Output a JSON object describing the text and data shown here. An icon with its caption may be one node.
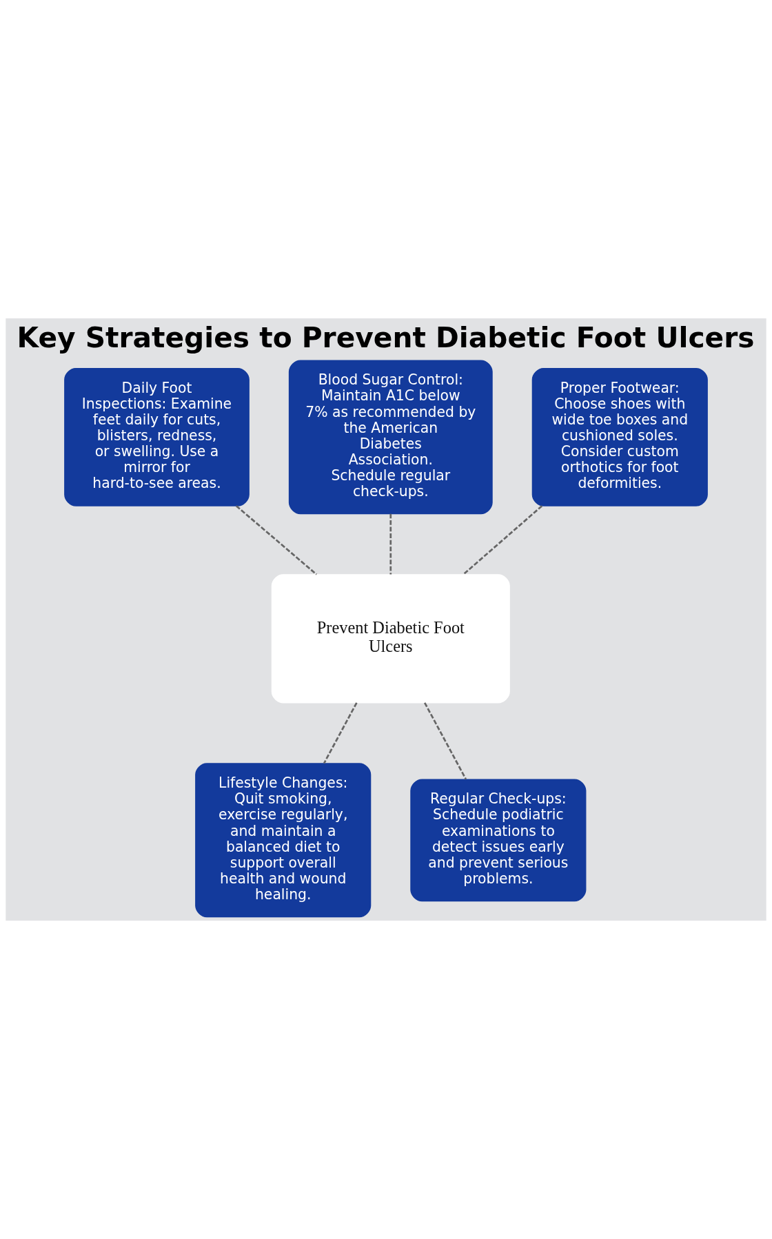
{
  "diagram": {
    "title": "Key Strategies to Prevent Diabetic Foot Ulcers",
    "nodes": [
      {
        "text": [
          "Daily Foot Inspections: Examine feet daily for cuts, blisters, redness, or swelling. Use a mirror for hard-to-see areas."
        ]
      },
      {
        "text": [
          "Blood Sugar Control: Maintain A1C below 7% as recommended by the American Diabetes Association. Schedule regular check-ups."
        ]
      },
      {
        "text": [
          "Proper Footwear: Choose shoes with wide toe boxes and cushioned soles. Consider custom orthotics for foot deformities."
        ]
      },
      {
        "text": [
          "Prevent Diabetic Foot Ulcers"
        ]
      },
      {
        "text": [
          "Lifestyle Changes: Quit smoking, exercise regularly, and maintain a balanced diet to support overall health and wound healing."
        ]
      },
      {
        "text": [
          "Regular Check-ups: Schedule podiatric examinations to detect issues early and prevent serious problems."
        ]
      }
    ],
    "edges": [
      {
        "from": 0,
        "to": 3,
        "arrow": "none",
        "style": "dashed"
      },
      {
        "from": 1,
        "to": 3,
        "arrow": "none",
        "style": "dashed"
      },
      {
        "from": 2,
        "to": 3,
        "arrow": "none",
        "style": "dashed"
      },
      {
        "from": 3,
        "to": 4,
        "arrow": "none",
        "style": "dashed"
      },
      {
        "from": 3,
        "to": 5,
        "arrow": "none",
        "style": "dashed"
      }
    ]
  }
}
